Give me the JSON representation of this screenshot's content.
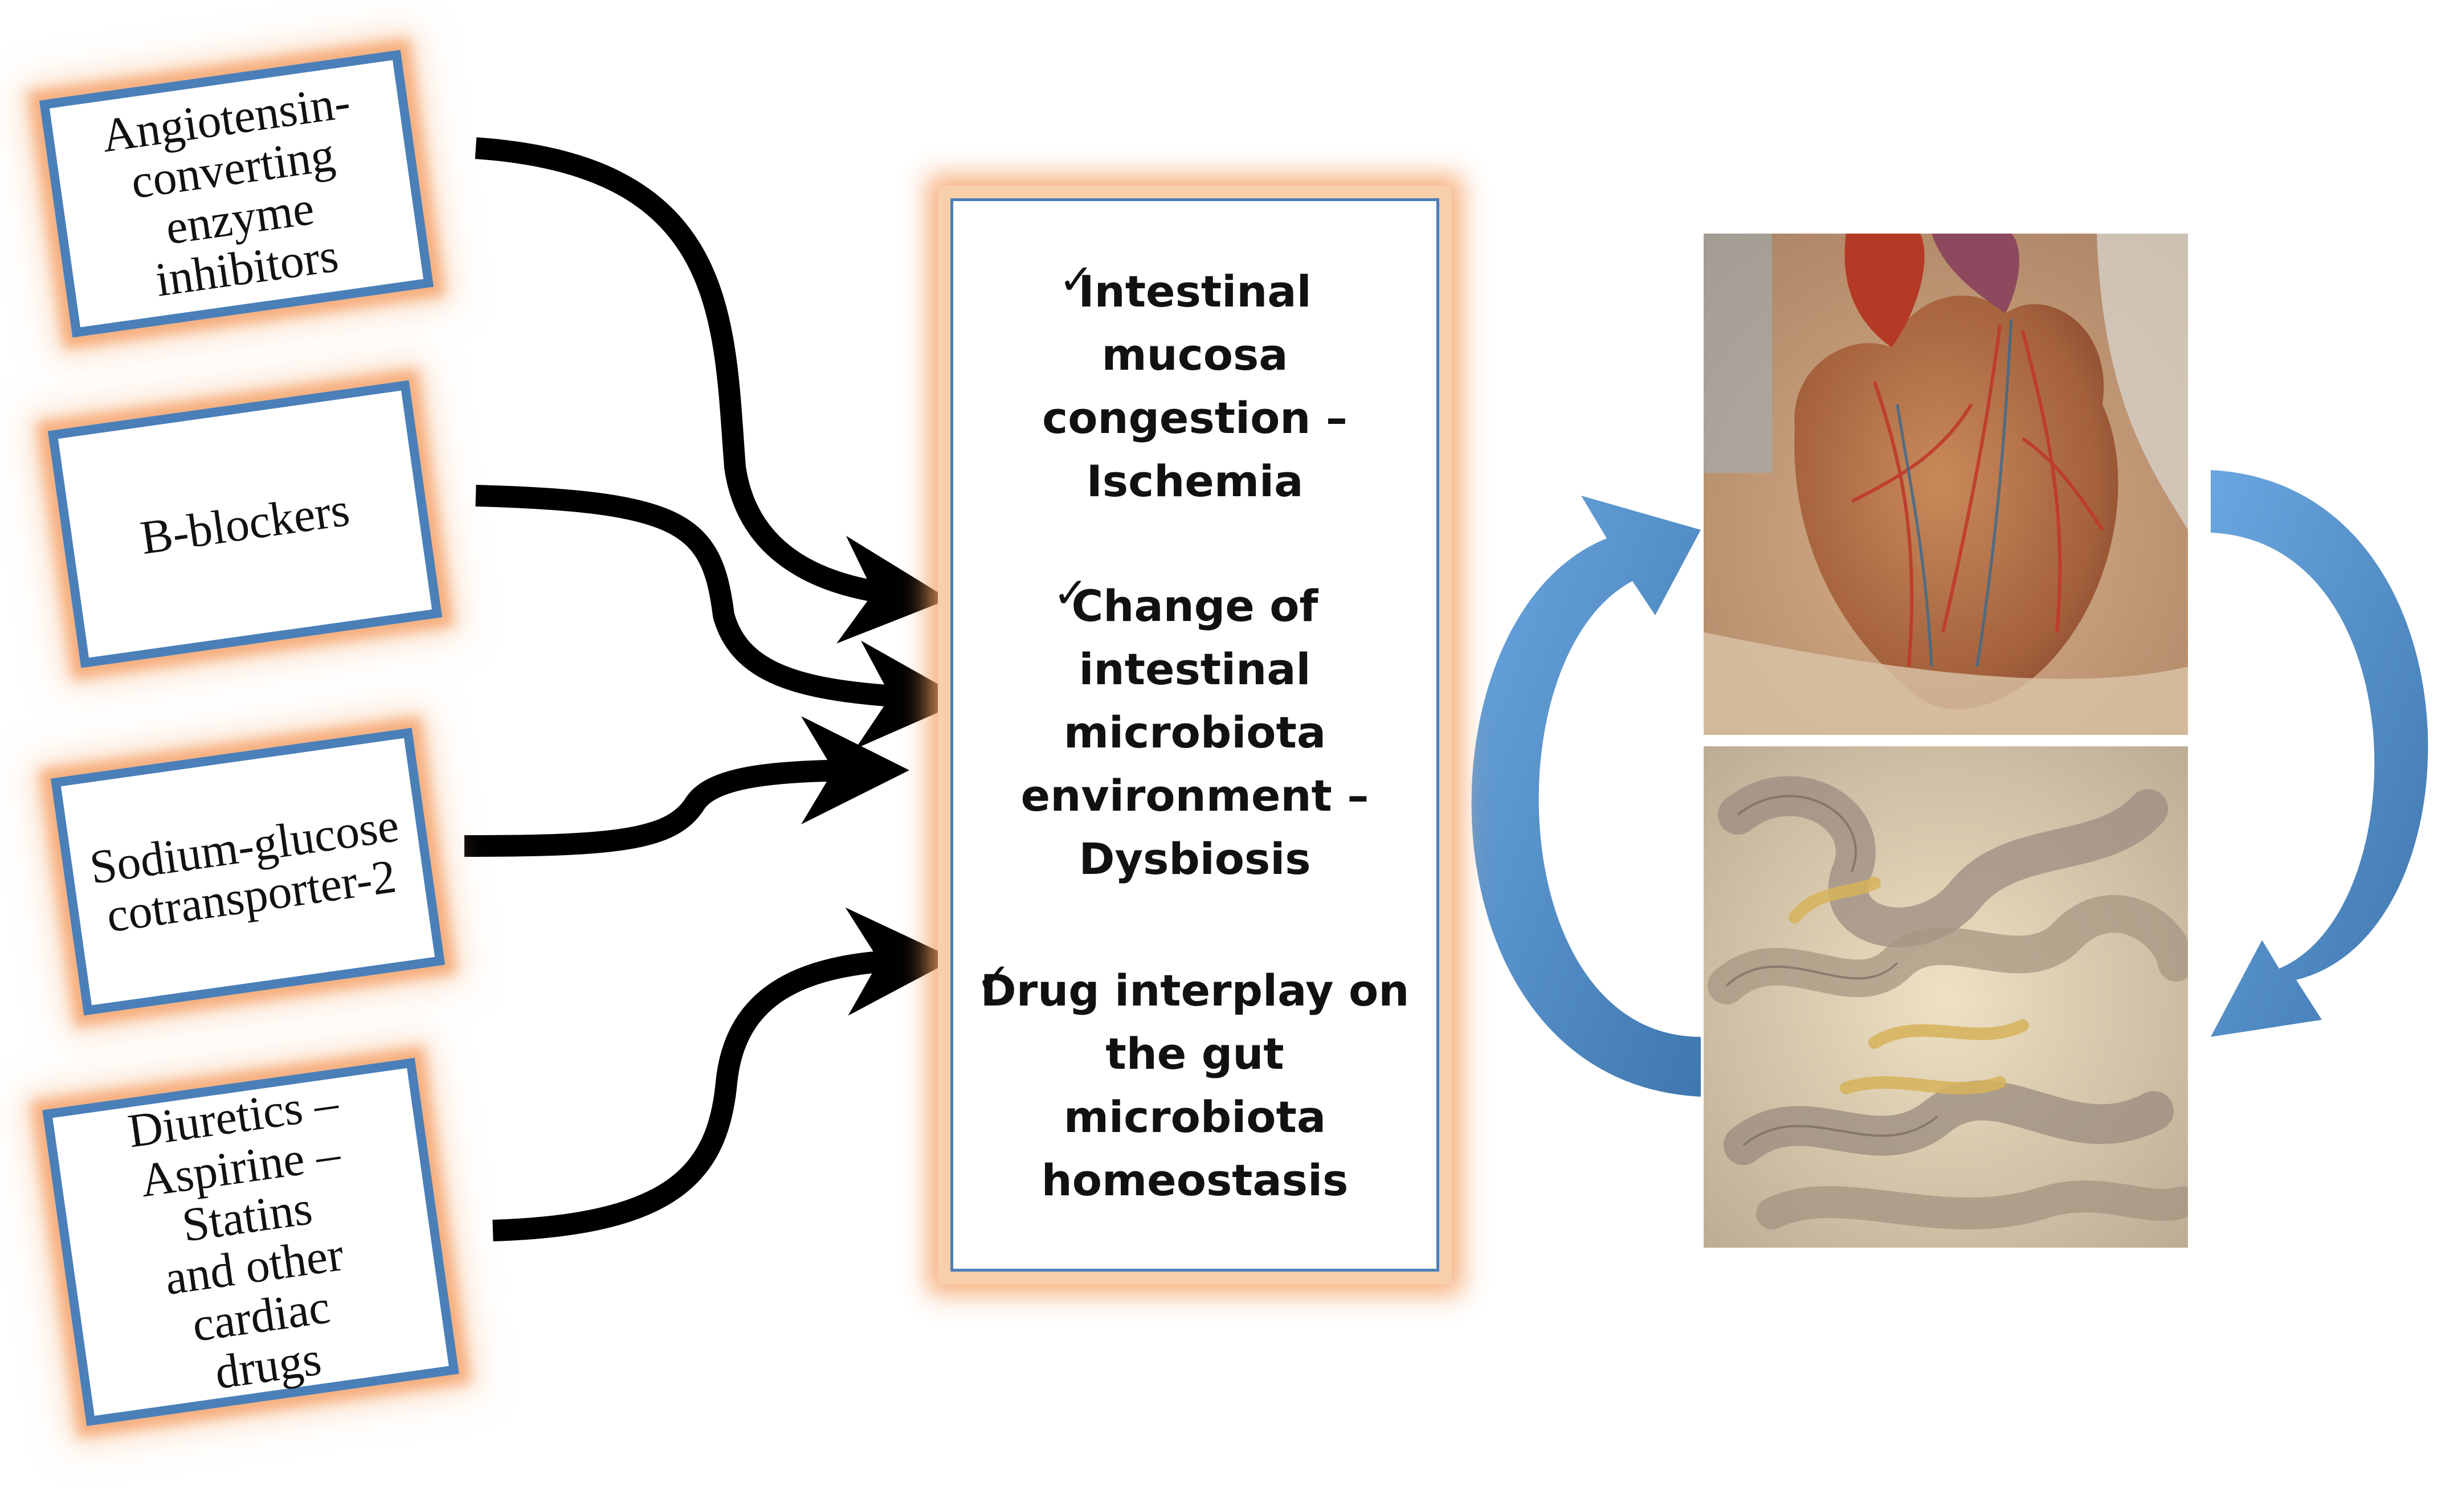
{
  "drugs": [
    {
      "lines": [
        "Angiotensin-",
        "converting enzyme",
        "inhibitors"
      ]
    },
    {
      "lines": [
        "B-blockers"
      ]
    },
    {
      "lines": [
        "Sodium-glucose",
        "cotransporter-2"
      ]
    },
    {
      "lines": [
        "Diuretics –",
        "Aspirine – Statins",
        "and other cardiac",
        "drugs"
      ]
    }
  ],
  "effects": [
    {
      "lines": [
        "Intestinal",
        "mucosa",
        "congestion –",
        "Ischemia"
      ]
    },
    {
      "lines": [
        "Change of",
        "intestinal",
        "microbiota",
        "environment –",
        "Dysbiosis"
      ]
    },
    {
      "lines": [
        "Drug interplay on",
        "the gut",
        "microbiota",
        "homeostasis"
      ]
    }
  ],
  "check_mark": "✓",
  "illustrations": [
    {
      "icon": "heart-anatomy-illustration"
    },
    {
      "icon": "intestine-anatomy-illustration"
    }
  ],
  "colors": {
    "box_border": "#4a7fb8",
    "box_glow": "#f5a56e",
    "arrow": "#000000",
    "cycle_arrow": "#5b95cf"
  }
}
